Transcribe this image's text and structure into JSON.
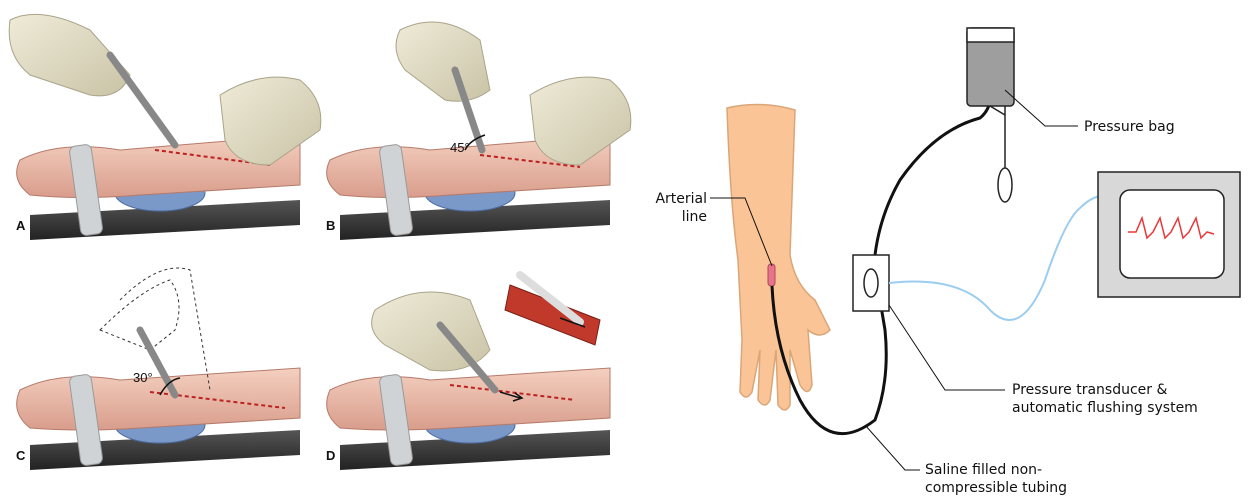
{
  "left_figure": {
    "panels": [
      {
        "id": "A",
        "label": "A"
      },
      {
        "id": "B",
        "label": "B",
        "angle": "45°"
      },
      {
        "id": "C",
        "label": "C",
        "angle": "30°"
      },
      {
        "id": "D",
        "label": "D"
      }
    ]
  },
  "right_figure": {
    "labels": {
      "arterial_line_1": "Arterial",
      "arterial_line_2": "line",
      "pressure_bag": "Pressure bag",
      "transducer_1": "Pressure transducer &",
      "transducer_2": "automatic flushing system",
      "tubing_1": "Saline filled non-",
      "tubing_2": "compressible tubing"
    },
    "colors": {
      "arm_skin": "#fbc497",
      "tubing": "#111111",
      "monitor_cable": "#9ccdf0",
      "waveform": "#e8383a",
      "bag": "#9e9e9e"
    }
  }
}
